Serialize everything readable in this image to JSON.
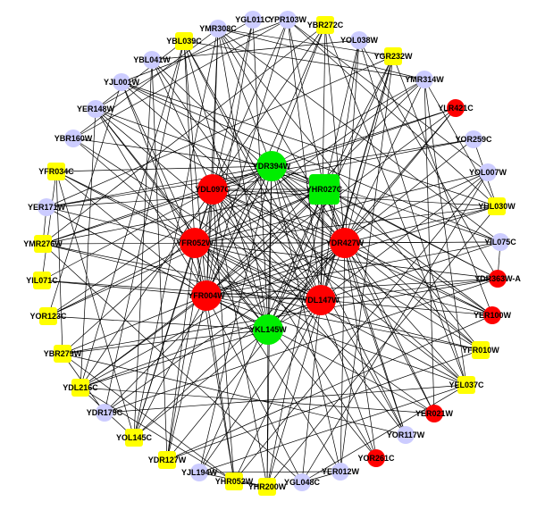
{
  "colors": {
    "red": "#ff0000",
    "green": "#00ee00",
    "yellow": "#ffff00",
    "lavender": "#ccccff",
    "edge": "#000000"
  },
  "nodes": [
    {
      "id": "YGL011C",
      "kind": "lavender",
      "shape": "circle"
    },
    {
      "id": "YPR103W",
      "kind": "lavender",
      "shape": "circle"
    },
    {
      "id": "YBR272C",
      "kind": "yellow",
      "shape": "square"
    },
    {
      "id": "YOL038W",
      "kind": "lavender",
      "shape": "circle"
    },
    {
      "id": "YGR232W",
      "kind": "yellow",
      "shape": "square"
    },
    {
      "id": "YMR314W",
      "kind": "lavender",
      "shape": "circle"
    },
    {
      "id": "YLR421C",
      "kind": "red",
      "shape": "circle"
    },
    {
      "id": "YOR259C",
      "kind": "lavender",
      "shape": "circle"
    },
    {
      "id": "YOL007W",
      "kind": "lavender",
      "shape": "circle"
    },
    {
      "id": "YHL030W",
      "kind": "yellow",
      "shape": "square"
    },
    {
      "id": "YIL075C",
      "kind": "lavender",
      "shape": "circle"
    },
    {
      "id": "YDR363W-A",
      "kind": "red",
      "shape": "circle"
    },
    {
      "id": "YER100W",
      "kind": "red",
      "shape": "circle"
    },
    {
      "id": "YFR010W",
      "kind": "yellow",
      "shape": "square"
    },
    {
      "id": "YEL037C",
      "kind": "yellow",
      "shape": "square"
    },
    {
      "id": "YER021W",
      "kind": "red",
      "shape": "circle"
    },
    {
      "id": "YOR117W",
      "kind": "lavender",
      "shape": "circle"
    },
    {
      "id": "YOR261C",
      "kind": "red",
      "shape": "circle"
    },
    {
      "id": "YER012W",
      "kind": "lavender",
      "shape": "circle"
    },
    {
      "id": "YGL048C",
      "kind": "lavender",
      "shape": "circle"
    },
    {
      "id": "YHR200W",
      "kind": "yellow",
      "shape": "square"
    },
    {
      "id": "YHR052W",
      "kind": "yellow",
      "shape": "square"
    },
    {
      "id": "YJL194W",
      "kind": "lavender",
      "shape": "circle"
    },
    {
      "id": "YDR127W",
      "kind": "yellow",
      "shape": "square"
    },
    {
      "id": "YOL145C",
      "kind": "yellow",
      "shape": "square"
    },
    {
      "id": "YDR179C",
      "kind": "lavender",
      "shape": "circle"
    },
    {
      "id": "YDL216C",
      "kind": "yellow",
      "shape": "square"
    },
    {
      "id": "YBR279W",
      "kind": "yellow",
      "shape": "square"
    },
    {
      "id": "YOR123C",
      "kind": "yellow",
      "shape": "square"
    },
    {
      "id": "YIL071C",
      "kind": "yellow",
      "shape": "square"
    },
    {
      "id": "YMR276W",
      "kind": "yellow",
      "shape": "square"
    },
    {
      "id": "YER171W",
      "kind": "lavender",
      "shape": "circle"
    },
    {
      "id": "YFR034C",
      "kind": "yellow",
      "shape": "square"
    },
    {
      "id": "YBR160W",
      "kind": "lavender",
      "shape": "circle"
    },
    {
      "id": "YER148W",
      "kind": "lavender",
      "shape": "circle"
    },
    {
      "id": "YJL001W",
      "kind": "lavender",
      "shape": "circle"
    },
    {
      "id": "YBL041W",
      "kind": "lavender",
      "shape": "circle"
    },
    {
      "id": "YBL039C",
      "kind": "yellow",
      "shape": "square"
    },
    {
      "id": "YMR308C",
      "kind": "lavender",
      "shape": "circle"
    },
    {
      "id": "YDR394W",
      "kind": "green",
      "shape": "circle"
    },
    {
      "id": "YHR027C",
      "kind": "green",
      "shape": "square"
    },
    {
      "id": "YDL097C",
      "kind": "red",
      "shape": "circle"
    },
    {
      "id": "YDR427W",
      "kind": "red",
      "shape": "circle"
    },
    {
      "id": "YFR052W",
      "kind": "red",
      "shape": "circle"
    },
    {
      "id": "YFR004W",
      "kind": "red",
      "shape": "circle"
    },
    {
      "id": "YDL147W",
      "kind": "red",
      "shape": "circle"
    },
    {
      "id": "YKL145W",
      "kind": "green",
      "shape": "circle"
    }
  ]
}
